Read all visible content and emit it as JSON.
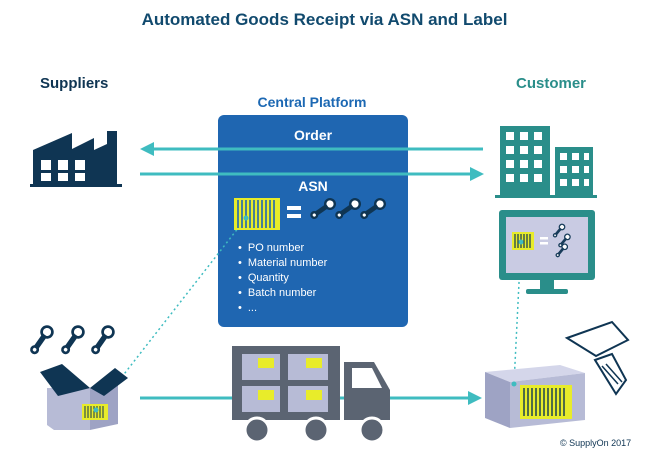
{
  "title": "Automated Goods Receipt via ASN and Label",
  "suppliers_label": "Suppliers",
  "customer_label": "Customer",
  "platform_label": "Central Platform",
  "panel": {
    "order_label": "Order",
    "asn_label": "ASN",
    "asn_fields": [
      "PO number",
      "Material number",
      "Quantity",
      "Batch number",
      "..."
    ]
  },
  "copyright": "© SupplyOn 2017",
  "colors": {
    "navy": "#0f3553",
    "platform_blue": "#1f66b1",
    "arrow_teal": "#3fbcc0",
    "customer_teal": "#2a8e8a",
    "barcode_yellow": "#e8ec2a",
    "truck_grey": "#5b6472",
    "box_lavender": "#b7bbd6"
  },
  "icons": [
    "factory-icon",
    "office-building-icon",
    "monitor-icon",
    "barcode-icon",
    "spare-parts-icon",
    "package-icon",
    "truck-icon",
    "barcode-scanner-icon"
  ]
}
